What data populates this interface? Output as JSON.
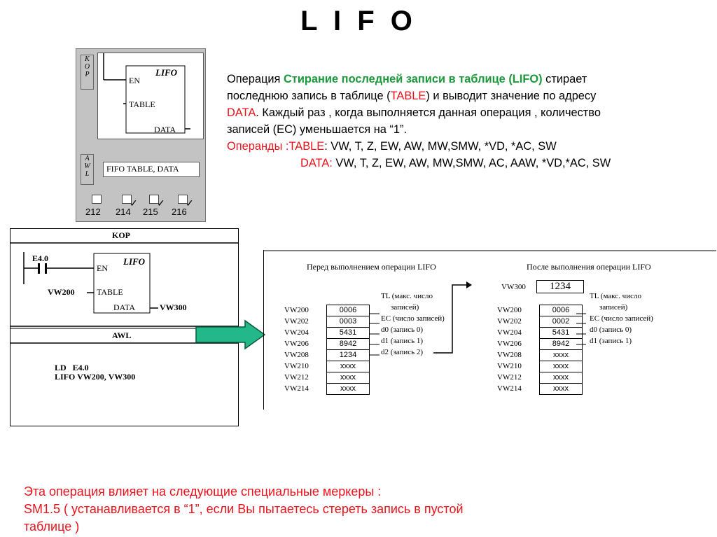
{
  "title": "L I F O",
  "panel": {
    "kop_label": [
      "K",
      "O",
      "P"
    ],
    "awl_label": [
      "A",
      "W",
      "L"
    ],
    "box_title": "LIFO",
    "pin_en": "EN",
    "pin_table": "TABLE",
    "pin_data": "DATA",
    "awl_text": "FIFO  TABLE, DATA",
    "cpus": [
      {
        "num": "212",
        "checked": false
      },
      {
        "num": "214",
        "checked": true
      },
      {
        "num": "215",
        "checked": true
      },
      {
        "num": "216",
        "checked": true
      }
    ]
  },
  "description": {
    "l1_a": "Операция ",
    "l1_b": "Стирание последней записи в таблице (LIFO)",
    "l1_c": " стирает",
    "l2_a": "последнюю запись в таблице (",
    "l2_b": "TABLE",
    "l2_c": ") и выводит значение по адресу",
    "l3_a": "DATA",
    "l3_b": ". Каждый раз , когда выполняется данная операция , количество",
    "l4": "записей (EC) уменьшается на “1”.",
    "l5_a": "Операнды :TABLE",
    "l5_b": ": VW, T, Z, EW, AW, MW,SMW, *VD, *AC, SW",
    "l6_a": "DATA:",
    "l6_b": " VW, T, Z, EW, AW, MW,SMW, AC, AAW, *VD,*AC, SW"
  },
  "kop_diagram": {
    "header": "KOP",
    "contact": "E4.0",
    "box_title": "LIFO",
    "pin_en": "EN",
    "pin_table": "TABLE",
    "pin_data": "DATA",
    "table_operand": "VW200",
    "data_operand": "VW300",
    "awl_header": "AWL",
    "awl_line1": "LD   E4.0",
    "awl_line2": "LIFO VW200, VW300"
  },
  "before": {
    "heading": "Перед выполнением операции LIFO",
    "addresses": [
      "VW200",
      "VW202",
      "VW204",
      "VW206",
      "VW208",
      "VW210",
      "VW212",
      "VW214"
    ],
    "values": [
      "0006",
      "0003",
      "5431",
      "8942",
      "1234",
      "xxxx",
      "xxxx",
      "xxxx"
    ],
    "tl1": "TL (макс. число",
    "tl2": "записей)",
    "ec": "EC (число записей)",
    "d0": "d0 (запись 0)",
    "d1": "d1 (запись 1)",
    "d2": "d2 (запись 2)"
  },
  "after": {
    "heading": "После выполнения операции LIFO",
    "vw300_label": "VW300",
    "vw300_value": "1234",
    "addresses": [
      "VW200",
      "VW202",
      "VW204",
      "VW206",
      "VW208",
      "VW210",
      "VW212",
      "VW214"
    ],
    "values": [
      "0006",
      "0002",
      "5431",
      "8942",
      "xxxx",
      "xxxx",
      "xxxx",
      "xxxx"
    ],
    "tl1": "TL (макс. число",
    "tl2": "записей)",
    "ec": "EC (число записей)",
    "d0": "d0 (запись 0)",
    "d1": "d1 (запись 1)"
  },
  "bottom": {
    "line1": "Эта операция влияет на следующие специальные меркеры :",
    "line2": "SM1.5 ( устанавливается в “1”, если Вы пытаетесь стереть запись в пустой",
    "line3": "таблице )"
  },
  "colors": {
    "accent_red": "#e8131b",
    "accent_green": "#1a9a3a",
    "arrow_green": "#22b88a"
  }
}
